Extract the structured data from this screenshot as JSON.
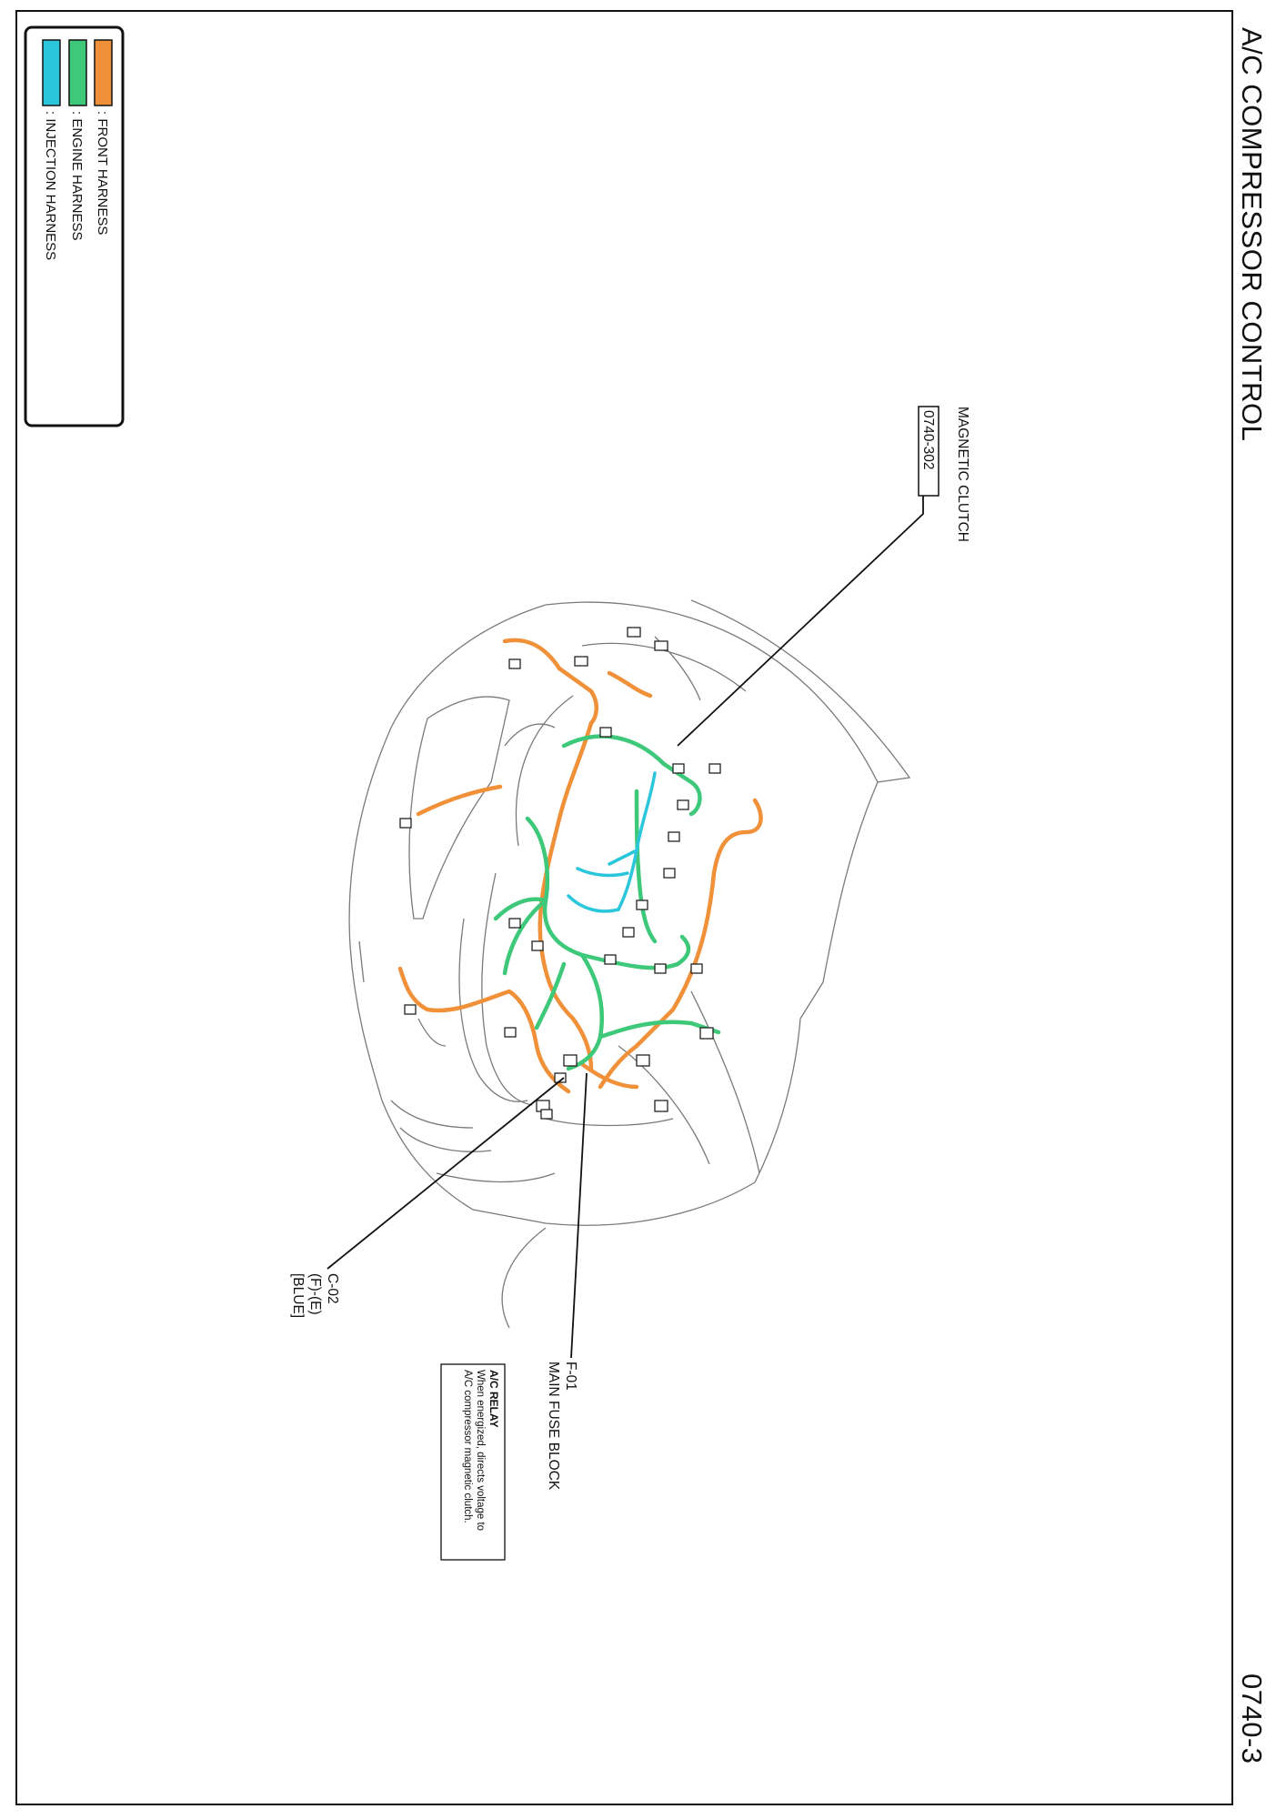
{
  "page": {
    "title": "A/C COMPRESSOR CONTROL",
    "page_number": "0740-3"
  },
  "legend": {
    "items": [
      {
        "label": ": FRONT HARNESS",
        "color": "#f0913a"
      },
      {
        "label": ": ENGINE HARNESS",
        "color": "#3ec87a"
      },
      {
        "label": ": INJECTION HARNESS",
        "color": "#2cc6dc"
      }
    ]
  },
  "callouts": {
    "magnetic_clutch": {
      "name": "MAGNETIC CLUTCH",
      "ref": "0740-302"
    },
    "c02": {
      "code": "C-02",
      "pins": "(F)-(E)",
      "color": "[BLUE]"
    },
    "f01": {
      "code": "F-01",
      "name": "MAIN FUSE BLOCK"
    }
  },
  "note": {
    "title": "A/C RELAY",
    "line1": "When energized, directs voltage to",
    "line2": "A/C compressor magnetic clutch."
  },
  "colors": {
    "front_harness": "#f0913a",
    "engine_harness": "#3ec87a",
    "injection_harness": "#2cc6dc",
    "outline": "#6f6f6f"
  }
}
